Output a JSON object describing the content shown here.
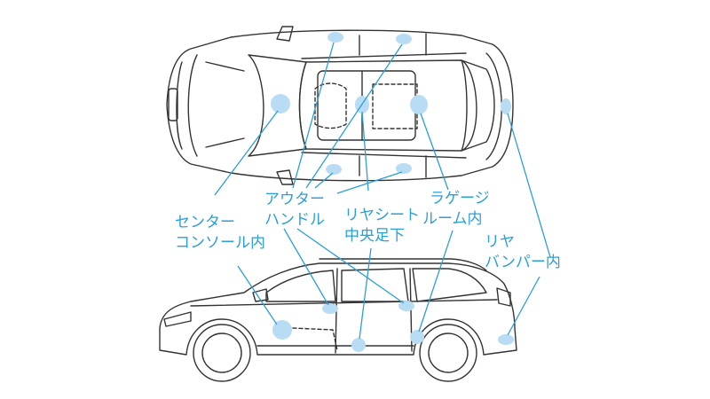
{
  "colors": {
    "accent": "#2a9fd8",
    "marker": "#b9dcf5",
    "line": "#333333",
    "background": "#ffffff"
  },
  "labels": {
    "center_console": {
      "line1": "センター",
      "line2": "コンソール内"
    },
    "outer_handle": {
      "line1": "アウター",
      "line2": "ハンドル"
    },
    "rear_seat": {
      "line1": "リヤシート",
      "line2": "中央足下"
    },
    "luggage_room": {
      "line1": "ラゲージ",
      "line2": "ルーム内"
    },
    "rear_bumper": {
      "line1": "リヤ",
      "line2": "バンパー内"
    }
  }
}
